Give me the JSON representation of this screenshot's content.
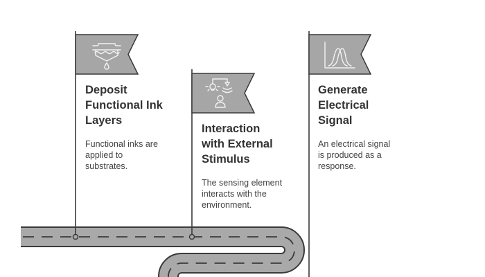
{
  "colors": {
    "flag_fill": "#a6a6a6",
    "outline": "#3a3a3a",
    "road_fill": "#a9a9a9",
    "icon_stroke": "#f2f2f2",
    "title_text": "#333333",
    "body_text": "#444444"
  },
  "steps": [
    {
      "icon": "ink-deposit-icon",
      "title_lines": [
        "Deposit",
        "Functional Ink",
        "Layers"
      ],
      "desc_lines": [
        "Functional inks are",
        "applied to",
        "substrates."
      ]
    },
    {
      "icon": "sensor-stimulus-icon",
      "title_lines": [
        "Interaction",
        "with External",
        "Stimulus"
      ],
      "desc_lines": [
        "The sensing element",
        "interacts with the",
        "environment."
      ]
    },
    {
      "icon": "signal-curve-icon",
      "title_lines": [
        "Generate",
        "Electrical",
        "Signal"
      ],
      "desc_lines": [
        "An electrical signal",
        "is produced as a",
        "response."
      ]
    }
  ]
}
